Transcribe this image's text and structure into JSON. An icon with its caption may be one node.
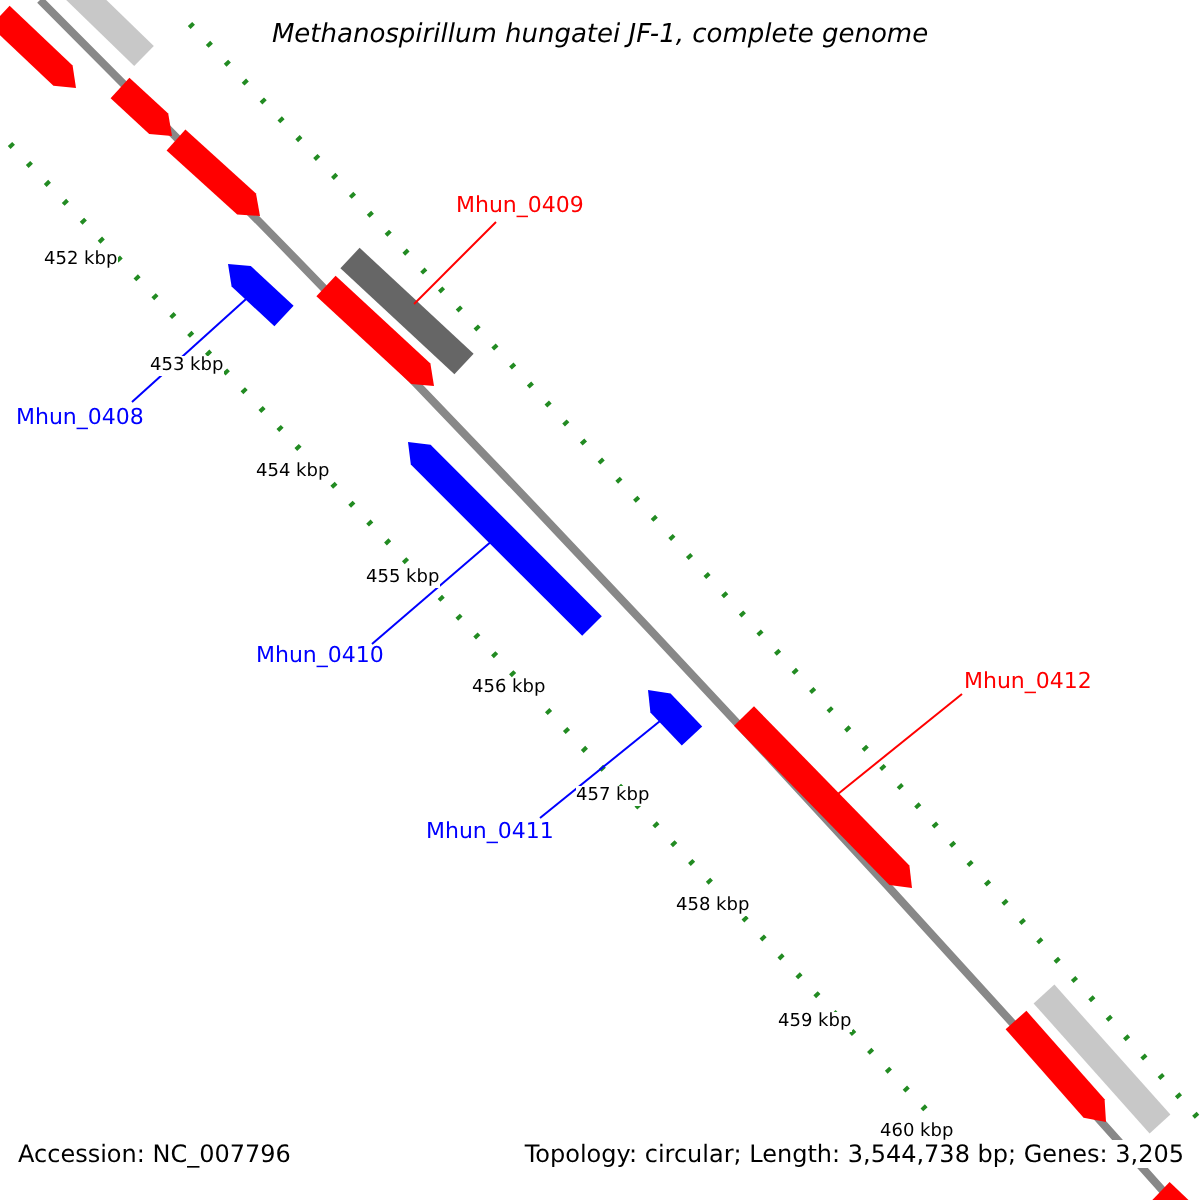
{
  "diagram": {
    "title": "Methanospirillum hungatei JF-1, complete genome",
    "nodes": [
      {
        "text": [
          "Mhun_0409"
        ]
      },
      {
        "text": [
          "Mhun_0408"
        ]
      },
      {
        "text": [
          "Mhun_0410"
        ]
      },
      {
        "text": [
          "Mhun_0412"
        ]
      },
      {
        "text": [
          "Mhun_0411"
        ]
      },
      {
        "text": [],
        "shape": "bar"
      },
      {
        "text": [],
        "shape": "bar"
      },
      {
        "text": [],
        "shape": "bar"
      },
      {
        "text": [],
        "shape": "bar"
      },
      {
        "text": [],
        "shape": "bar"
      },
      {
        "text": [],
        "shape": "bar"
      },
      {
        "text": [],
        "shape": "bar"
      },
      {
        "text": [],
        "shape": "bar"
      },
      {
        "text": [],
        "shape": "bar"
      },
      {
        "text": [],
        "shape": "bar"
      },
      {
        "text": [],
        "shape": "bar"
      },
      {
        "text": [],
        "shape": "bar"
      },
      {
        "text": [],
        "shape": "bar"
      }
    ],
    "edges": [
      {
        "from": 0,
        "to": 9,
        "arrow": "none",
        "color": "#ff0000"
      },
      {
        "from": 1,
        "to": 10,
        "arrow": "none"
      },
      {
        "from": 2,
        "to": 12,
        "arrow": "none"
      },
      {
        "from": 3,
        "to": 14,
        "arrow": "none",
        "color": "#ff0000"
      },
      {
        "from": 4,
        "to": 13,
        "arrow": "none"
      }
    ],
    "labels": [
      "452 kbp",
      "453 kbp",
      "454 kbp",
      "455 kbp",
      "456 kbp",
      "457 kbp",
      "458 kbp",
      "459 kbp",
      "460 kbp",
      "Accession: NC_007796",
      "Topology: circular; Length: 3,544,738 bp; Genes: 3,205"
    ]
  }
}
